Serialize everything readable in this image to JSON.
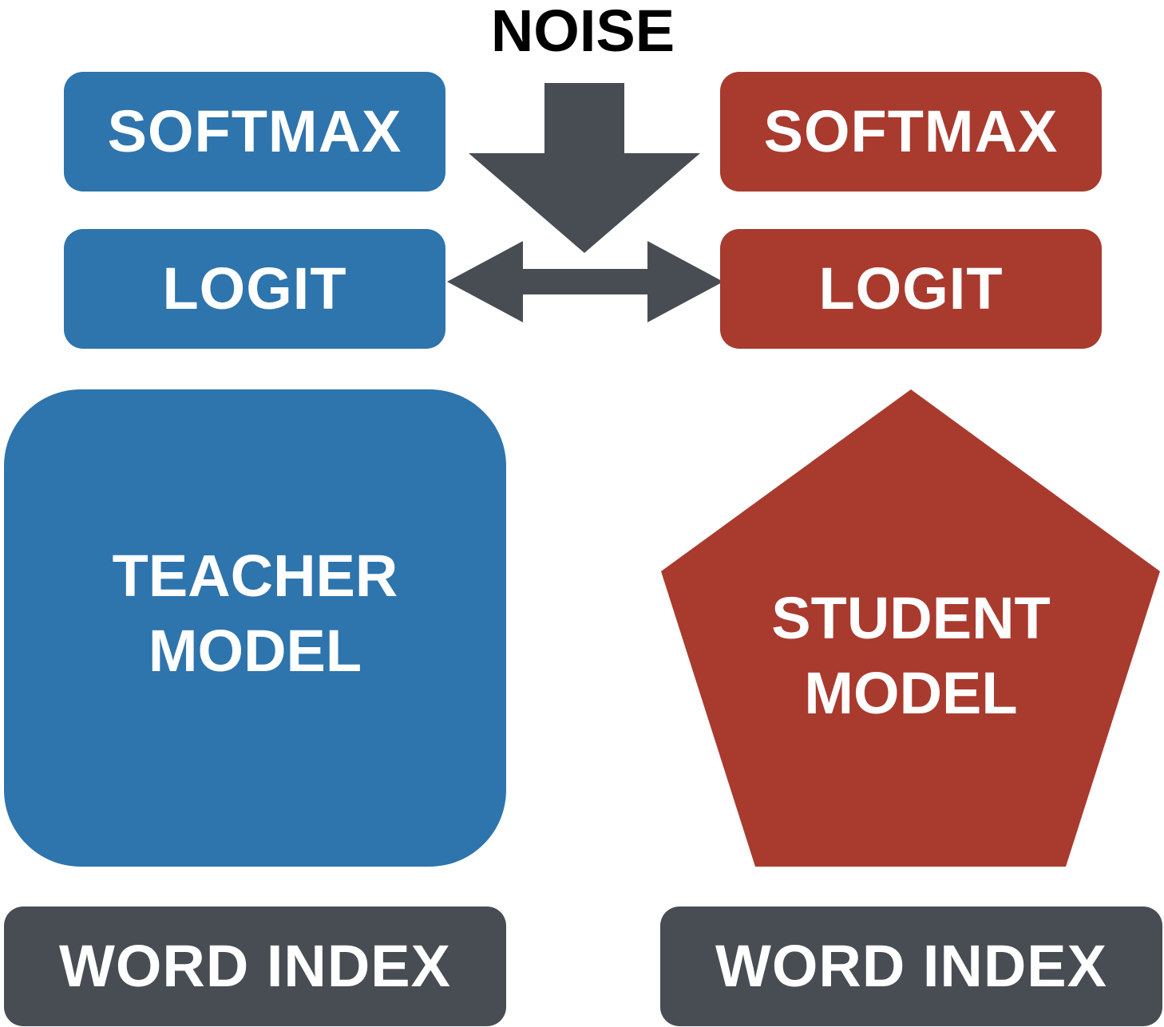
{
  "noise": {
    "label": "NOISE"
  },
  "teacher": {
    "softmax_label": "SOFTMAX",
    "logit_label": "LOGIT",
    "model_label_line1": "TEACHER",
    "model_label_line2": "MODEL",
    "word_index_label": "WORD INDEX"
  },
  "student": {
    "softmax_label": "SOFTMAX",
    "logit_label": "LOGIT",
    "model_label_line1": "STUDENT",
    "model_label_line2": "MODEL",
    "word_index_label": "WORD INDEX"
  },
  "colors": {
    "teacher": "#2e74ad",
    "student": "#a93a2e",
    "neutral": "#484c53"
  }
}
